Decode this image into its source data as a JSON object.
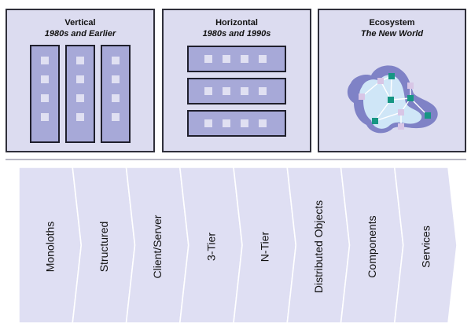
{
  "panels": {
    "vertical": {
      "title": "Vertical",
      "subtitle": "1980s and Earlier"
    },
    "horizontal": {
      "title": "Horizontal",
      "subtitle": "1980s and 1990s"
    },
    "ecosystem": {
      "title": "Ecosystem",
      "subtitle": "The New World"
    }
  },
  "evolution_stages": [
    "Monoloths",
    "Structured",
    "Client/Server",
    "3-Tier",
    "N-Tier",
    "Distributed Objects",
    "Components",
    "Services"
  ],
  "colors": {
    "panel_bg": "#dcdcf0",
    "block_fill": "#a7a9d8",
    "cell_fill": "#e0e0f2",
    "blob_outer": "#7f82c6",
    "blob_inner": "#cfe6f7",
    "node_teal": "#169683",
    "node_lilac": "#d8c6e6",
    "chevron_fill": "#dfdff3"
  }
}
